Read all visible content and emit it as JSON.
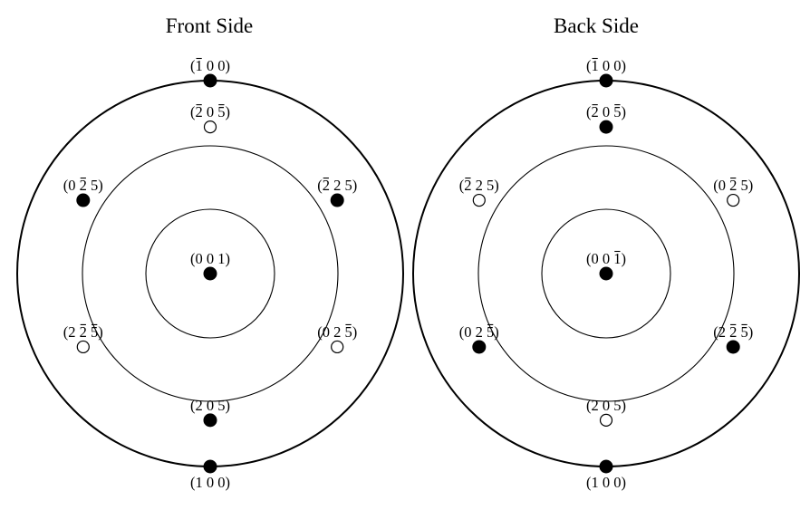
{
  "colors": {
    "ink": "#000000",
    "background": "#ffffff"
  },
  "panels": [
    {
      "title": "Front Side",
      "poles": [
        {
          "label": [
            "(",
            {
              "d": "1",
              "bar": true
            },
            " ",
            {
              "d": "0"
            },
            " ",
            {
              "d": "0"
            },
            ")"
          ],
          "filled": true,
          "ring": 1.0,
          "angle": 90
        },
        {
          "label": [
            "(",
            {
              "d": "2",
              "bar": true
            },
            " ",
            {
              "d": "0"
            },
            " ",
            {
              "d": "5",
              "bar": true
            },
            ")"
          ],
          "filled": false,
          "ring": 0.76,
          "angle": 90
        },
        {
          "label": [
            "(",
            {
              "d": "0"
            },
            " ",
            {
              "d": "2",
              "bar": true
            },
            " ",
            {
              "d": "5"
            },
            ")"
          ],
          "filled": true,
          "ring": 0.76,
          "angle": 150
        },
        {
          "label": [
            "(",
            {
              "d": "2",
              "bar": true
            },
            " ",
            {
              "d": "2"
            },
            " ",
            {
              "d": "5"
            },
            ")"
          ],
          "filled": true,
          "ring": 0.76,
          "angle": 30
        },
        {
          "label": [
            "(",
            {
              "d": "0"
            },
            " ",
            {
              "d": "0"
            },
            " ",
            {
              "d": "1"
            },
            ")"
          ],
          "filled": true,
          "ring": 0.0,
          "angle": 0
        },
        {
          "label": [
            "(",
            {
              "d": "2"
            },
            " ",
            {
              "d": "2",
              "bar": true
            },
            " ",
            {
              "d": "5",
              "bar": true
            },
            ")"
          ],
          "filled": false,
          "ring": 0.76,
          "angle": 210
        },
        {
          "label": [
            "(",
            {
              "d": "0"
            },
            " ",
            {
              "d": "2"
            },
            " ",
            {
              "d": "5",
              "bar": true
            },
            ")"
          ],
          "filled": false,
          "ring": 0.76,
          "angle": 330
        },
        {
          "label": [
            "(",
            {
              "d": "2"
            },
            " ",
            {
              "d": "0"
            },
            " ",
            {
              "d": "5"
            },
            ")"
          ],
          "filled": true,
          "ring": 0.76,
          "angle": 270
        },
        {
          "label": [
            "(",
            {
              "d": "1"
            },
            " ",
            {
              "d": "0"
            },
            " ",
            {
              "d": "0"
            },
            ")"
          ],
          "filled": true,
          "ring": 1.0,
          "angle": 270
        }
      ]
    },
    {
      "title": "Back Side",
      "poles": [
        {
          "label": [
            "(",
            {
              "d": "1",
              "bar": true
            },
            " ",
            {
              "d": "0"
            },
            " ",
            {
              "d": "0"
            },
            ")"
          ],
          "filled": true,
          "ring": 1.0,
          "angle": 90
        },
        {
          "label": [
            "(",
            {
              "d": "2",
              "bar": true
            },
            " ",
            {
              "d": "0"
            },
            " ",
            {
              "d": "5",
              "bar": true
            },
            ")"
          ],
          "filled": true,
          "ring": 0.76,
          "angle": 90
        },
        {
          "label": [
            "(",
            {
              "d": "2",
              "bar": true
            },
            " ",
            {
              "d": "2"
            },
            " ",
            {
              "d": "5"
            },
            ")"
          ],
          "filled": false,
          "ring": 0.76,
          "angle": 150
        },
        {
          "label": [
            "(",
            {
              "d": "0"
            },
            " ",
            {
              "d": "2",
              "bar": true
            },
            " ",
            {
              "d": "5"
            },
            ")"
          ],
          "filled": false,
          "ring": 0.76,
          "angle": 30
        },
        {
          "label": [
            "(",
            {
              "d": "0"
            },
            " ",
            {
              "d": "0"
            },
            " ",
            {
              "d": "1",
              "bar": true
            },
            ")"
          ],
          "filled": true,
          "ring": 0.0,
          "angle": 0
        },
        {
          "label": [
            "(",
            {
              "d": "0"
            },
            " ",
            {
              "d": "2"
            },
            " ",
            {
              "d": "5",
              "bar": true
            },
            ")"
          ],
          "filled": true,
          "ring": 0.76,
          "angle": 210
        },
        {
          "label": [
            "(",
            {
              "d": "2"
            },
            " ",
            {
              "d": "2",
              "bar": true
            },
            " ",
            {
              "d": "5",
              "bar": true
            },
            ")"
          ],
          "filled": true,
          "ring": 0.76,
          "angle": 330
        },
        {
          "label": [
            "(",
            {
              "d": "2"
            },
            " ",
            {
              "d": "0"
            },
            " ",
            {
              "d": "5"
            },
            ")"
          ],
          "filled": false,
          "ring": 0.76,
          "angle": 270
        },
        {
          "label": [
            "(",
            {
              "d": "1"
            },
            " ",
            {
              "d": "0"
            },
            " ",
            {
              "d": "0"
            },
            ")"
          ],
          "filled": true,
          "ring": 1.0,
          "angle": 270
        }
      ]
    }
  ]
}
